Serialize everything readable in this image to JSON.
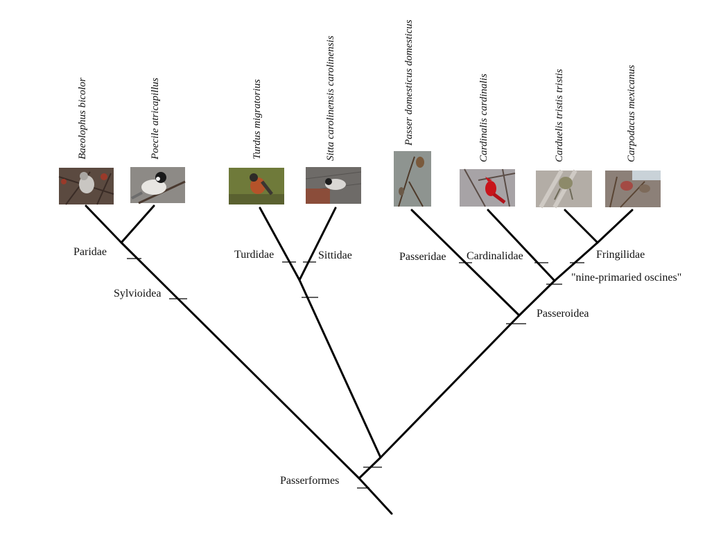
{
  "species": [
    "Baeolophus bicolor",
    "Poecile atricapillus",
    "Turdus migratorius",
    "Sitta carolinensis carolinensis",
    "Passer domesticus domesticus",
    "Cardinalis cardinalis",
    "Carduelis tristis tristis",
    "Carpodacus mexicanus"
  ],
  "clades": {
    "paridae": "Paridae",
    "sylvioidea": "Sylvioidea",
    "turdidae": "Turdidae",
    "sittidae": "Sittidae",
    "passeridae": "Passeridae",
    "cardinalidae": "Cardinalidae",
    "fringilidae": "Fringilidae",
    "nine_primaried": "\"nine-primaried oscines\"",
    "passeroidea": "Passeroidea",
    "passerformes": "Passerformes"
  },
  "photos": [
    {
      "subject": "tufted titmouse on branch",
      "bg": "#5b4a40",
      "bird": "#c9c6c2"
    },
    {
      "subject": "black-capped chickadee on branch",
      "bg": "#8d8a86",
      "bird": "#e8e6e2"
    },
    {
      "subject": "american robin on grass",
      "bg": "#6f7a3a",
      "bird": "#b5532a"
    },
    {
      "subject": "white-breasted nuthatch on roof",
      "bg": "#6e6b68",
      "bird": "#d9d7d4"
    },
    {
      "subject": "house sparrow on twig",
      "bg": "#8e9490",
      "bird": "#7a5a3c"
    },
    {
      "subject": "northern cardinal on branch",
      "bg": "#a7a3a6",
      "bird": "#c8141b"
    },
    {
      "subject": "american goldfinch on wooden post",
      "bg": "#b3ada6",
      "bird": "#8d8a6a"
    },
    {
      "subject": "house finch at feeder",
      "bg": "#8c8078",
      "bird": "#a34a44"
    }
  ]
}
